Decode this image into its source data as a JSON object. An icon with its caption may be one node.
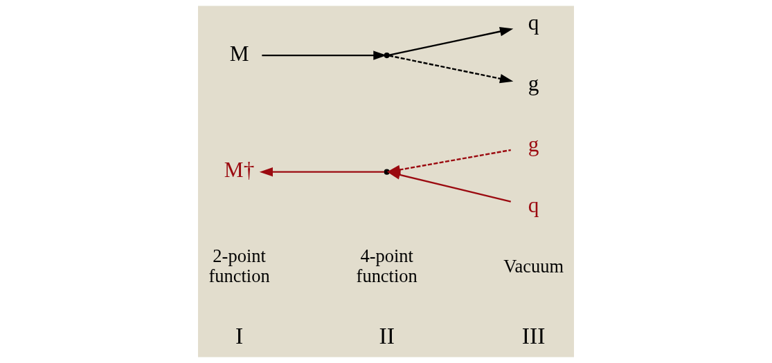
{
  "diagram": {
    "nodes": [
      {
        "text": [
          "M"
        ]
      },
      {
        "text": [],
        "shape": "point"
      },
      {
        "text": [
          "g"
        ]
      },
      {
        "text": [
          "q"
        ]
      },
      {
        "text": [
          "M†"
        ]
      },
      {
        "text": [],
        "shape": "point"
      },
      {
        "text": [
          "q"
        ]
      },
      {
        "text": [
          "g"
        ]
      }
    ],
    "edges": [
      {
        "from": 0,
        "to": 1,
        "arrow": "to"
      },
      {
        "from": 1,
        "to": 2,
        "arrow": "to",
        "style": "dashed"
      },
      {
        "from": 1,
        "to": 3,
        "arrow": "to"
      },
      {
        "from": 6,
        "to": 5,
        "arrow": "to",
        "color": "#9b0a10"
      },
      {
        "from": 7,
        "to": 5,
        "arrow": "to",
        "style": "dashed",
        "color": "#9b0a10"
      },
      {
        "from": 5,
        "to": 4,
        "arrow": "to",
        "color": "#9b0a10"
      }
    ],
    "labels": [
      "I",
      "II",
      "III",
      "2-point function",
      "4-point function",
      "Vacuum"
    ]
  }
}
